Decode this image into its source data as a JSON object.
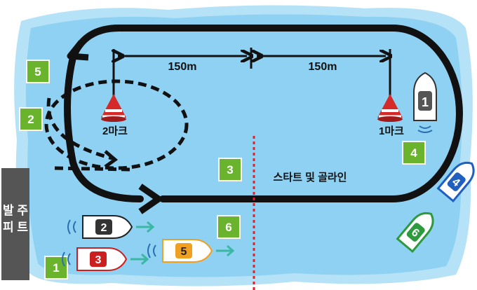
{
  "distances": {
    "left_segment": "150m",
    "right_segment": "150m"
  },
  "marks": {
    "mark2": "2마크",
    "mark1": "1마크"
  },
  "start_goal_line": "스타트 및 골라인",
  "pit": {
    "line1": "발 주",
    "line2": "피 트"
  },
  "badges": [
    "1",
    "2",
    "3",
    "4",
    "5",
    "6"
  ],
  "boats": [
    {
      "number": "1",
      "body_color": "#ffffff",
      "stripe_color": "#222222"
    },
    {
      "number": "2",
      "body_color": "#ffffff",
      "stripe_color": "#222222"
    },
    {
      "number": "3",
      "body_color": "#ffffff",
      "stripe_color": "#cc1f1f"
    },
    {
      "number": "4",
      "body_color": "#ffffff",
      "stripe_color": "#1f5fbf"
    },
    {
      "number": "5",
      "body_color": "#ffffff",
      "stripe_color": "#f0a020"
    },
    {
      "number": "6",
      "body_color": "#ffffff",
      "stripe_color": "#2e9a3e"
    }
  ],
  "colors": {
    "water": "#8fd1f2",
    "water_outer": "#b6e2f7",
    "track": "#111111",
    "badge": "#6ab42d",
    "arrow": "#3bb8a4",
    "start_line": "#e0202a",
    "buoy": "#d42a2a"
  }
}
